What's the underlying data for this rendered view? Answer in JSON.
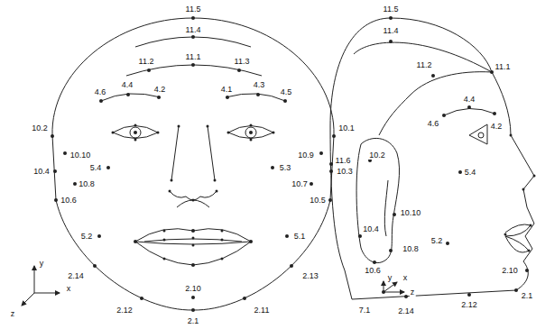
{
  "diagram": {
    "labels": [
      "11.5",
      "11.4",
      "11.2",
      "11.1",
      "11.3",
      "4.6",
      "4.4",
      "4.2",
      "4.1",
      "4.3",
      "4.5",
      "10.2",
      "10.1",
      "10.10",
      "10.9",
      "10.4",
      "5.4",
      "5.3",
      "10.3",
      "10.8",
      "10.7",
      "10.6",
      "10.5",
      "5.2",
      "5.1",
      "2.14",
      "2.13",
      "2.10",
      "2.12",
      "2.11",
      "2.1",
      "y",
      "x",
      "z",
      "11.5",
      "11.4",
      "11.2",
      "11.1",
      "4.4",
      "4.6",
      "4.2",
      "11.6",
      "10.2",
      "10.10",
      "5.4",
      "10.4",
      "10.8",
      "5.2",
      "10.6",
      "y",
      "x",
      "2.10",
      "z",
      "7.1",
      "2.1",
      "2.14",
      "2.12"
    ]
  }
}
